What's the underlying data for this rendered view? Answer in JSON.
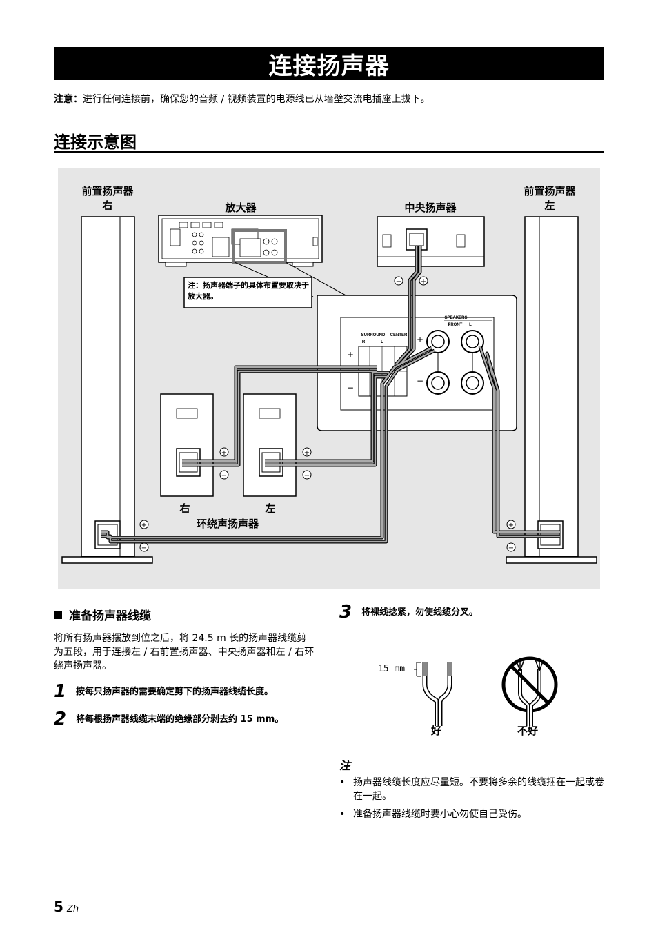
{
  "title": "连接扬声器",
  "notice": {
    "label": "注意：",
    "text": "进行任何连接前，确保您的音频 / 视频装置的电源线已从墙壁交流电插座上拔下。"
  },
  "section_title": "连接示意图",
  "diagram": {
    "front_right": {
      "line1": "前置扬声器",
      "line2": "右"
    },
    "front_left": {
      "line1": "前置扬声器",
      "line2": "左"
    },
    "amplifier": "放大器",
    "center": "中央扬声器",
    "amp_note": "注：扬声器端子的具体布置要取决于放大器。",
    "surround_right": "右",
    "surround_left": "左",
    "surround": "环绕声扬声器",
    "speakers_label": "SPEAKERS",
    "front_label": "FRONT",
    "surround_label": "SURROUND",
    "center_label": "CENTER",
    "r_mark": "R",
    "l_mark": "L",
    "plus": "+",
    "minus": "−"
  },
  "prep": {
    "heading": "准备扬声器线缆",
    "body": "将所有扬声器摆放到位之后，将 24.5 m 长的扬声器线缆剪为五段，用于连接左 / 右前置扬声器、中央扬声器和左 / 右环绕声扬声器。",
    "steps": [
      {
        "num": "1",
        "text": "按每只扬声器的需要确定剪下的扬声器线缆长度。"
      },
      {
        "num": "2",
        "text": "将每根扬声器线缆末端的绝缘部分剥去约 15 mm。"
      }
    ]
  },
  "step3": {
    "num": "3",
    "text": "将裸线捻紧，勿使线缆分叉。"
  },
  "wire": {
    "length": "15 mm",
    "good": "好",
    "bad": "不好"
  },
  "notes": {
    "heading": "注",
    "items": [
      "扬声器线缆长度应尽量短。不要将多余的线缆捆在一起或卷在一起。",
      "准备扬声器线缆时要小心勿使自己受伤。"
    ]
  },
  "page": {
    "number": "5",
    "lang": "Zh"
  }
}
